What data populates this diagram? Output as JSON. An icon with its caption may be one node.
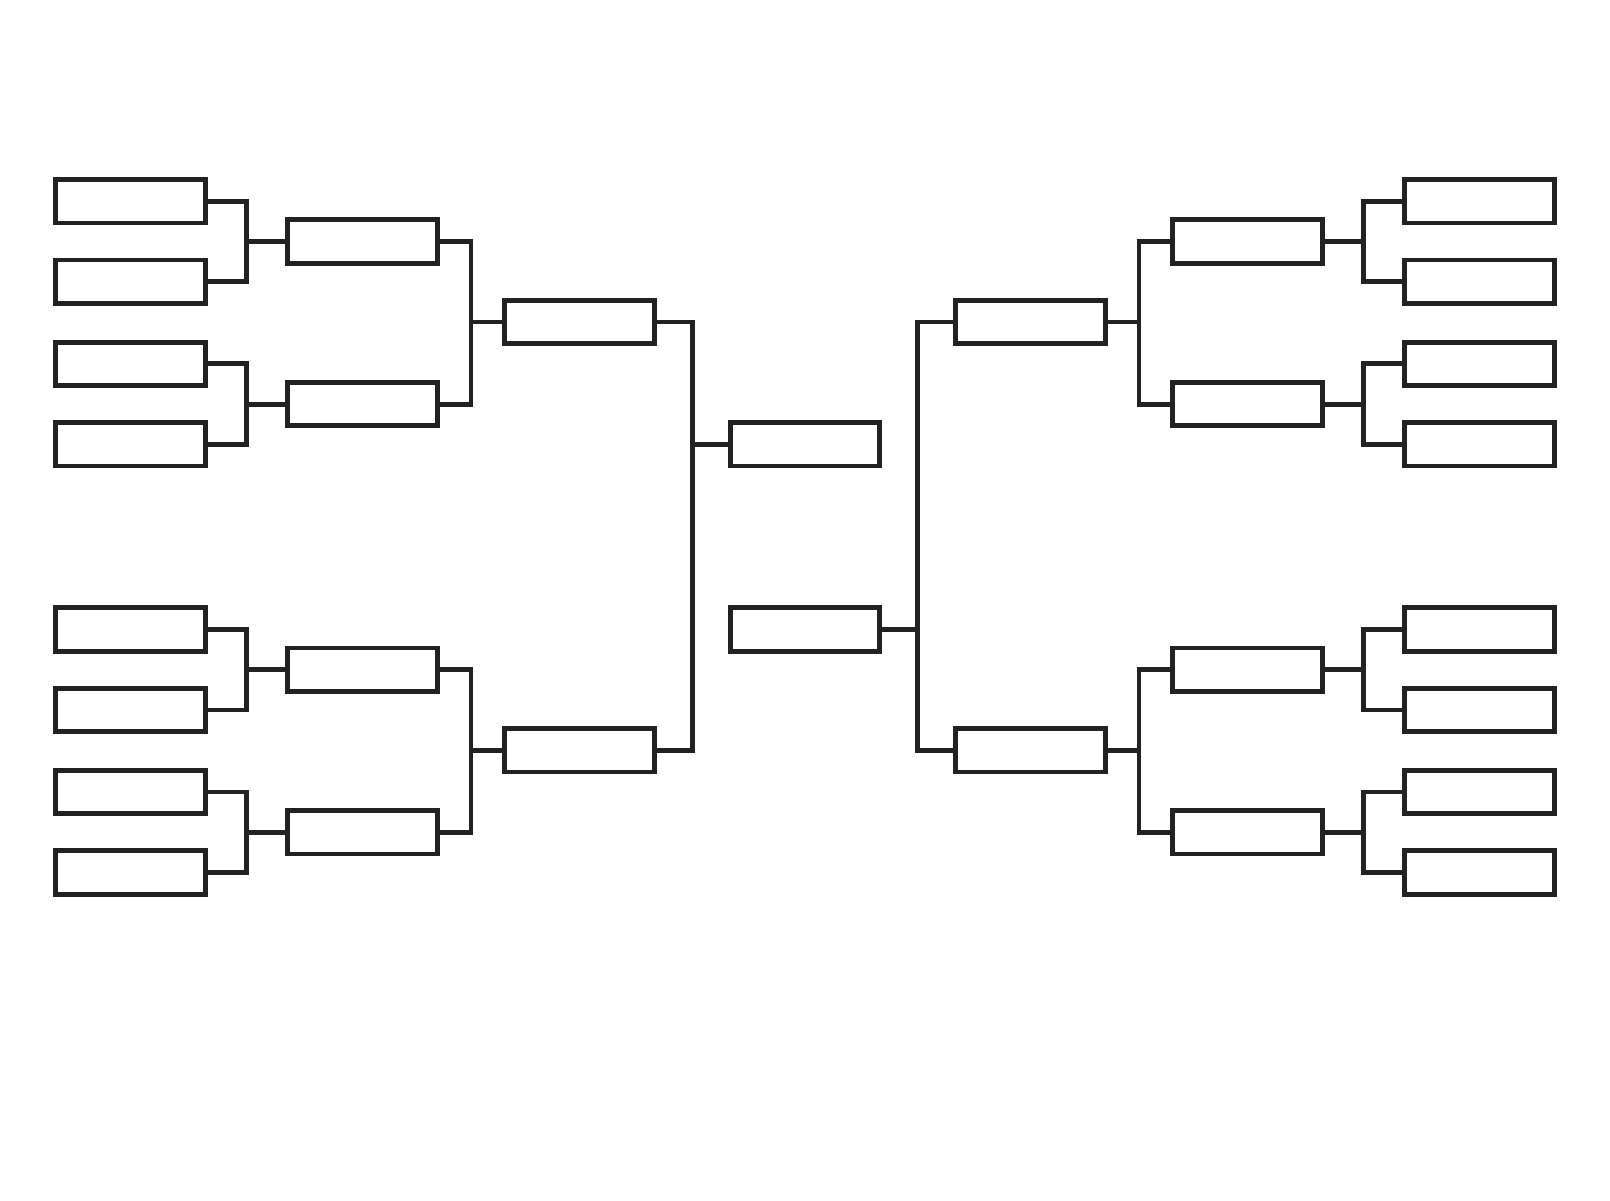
{
  "diagram": {
    "nodes": [
      {
        "text": [],
        "shape": "box"
      },
      {
        "text": [],
        "shape": "box"
      },
      {
        "text": [],
        "shape": "box"
      },
      {
        "text": [],
        "shape": "box"
      },
      {
        "text": [],
        "shape": "box"
      },
      {
        "text": [],
        "shape": "box"
      },
      {
        "text": [],
        "shape": "box"
      },
      {
        "text": [],
        "shape": "box"
      },
      {
        "text": [],
        "shape": "box"
      },
      {
        "text": [],
        "shape": "box"
      },
      {
        "text": [],
        "shape": "box"
      },
      {
        "text": [],
        "shape": "box"
      },
      {
        "text": [],
        "shape": "box"
      },
      {
        "text": [],
        "shape": "box"
      },
      {
        "text": [],
        "shape": "box"
      },
      {
        "text": [],
        "shape": "box"
      },
      {
        "text": [],
        "shape": "box"
      },
      {
        "text": [],
        "shape": "box"
      },
      {
        "text": [],
        "shape": "box"
      },
      {
        "text": [],
        "shape": "box"
      },
      {
        "text": [],
        "shape": "box"
      },
      {
        "text": [],
        "shape": "box"
      },
      {
        "text": [],
        "shape": "box"
      },
      {
        "text": [],
        "shape": "box"
      },
      {
        "text": [],
        "shape": "box"
      },
      {
        "text": [],
        "shape": "box"
      },
      {
        "text": [],
        "shape": "box"
      },
      {
        "text": [],
        "shape": "box"
      },
      {
        "text": [],
        "shape": "box"
      },
      {
        "text": [],
        "shape": "box"
      }
    ],
    "edges": [
      {
        "from": 0,
        "to": 8,
        "arrow": "none"
      },
      {
        "from": 1,
        "to": 8,
        "arrow": "none"
      },
      {
        "from": 2,
        "to": 9,
        "arrow": "none"
      },
      {
        "from": 3,
        "to": 9,
        "arrow": "none"
      },
      {
        "from": 4,
        "to": 10,
        "arrow": "none"
      },
      {
        "from": 5,
        "to": 10,
        "arrow": "none"
      },
      {
        "from": 6,
        "to": 11,
        "arrow": "none"
      },
      {
        "from": 7,
        "to": 11,
        "arrow": "none"
      },
      {
        "from": 8,
        "to": 12,
        "arrow": "none"
      },
      {
        "from": 9,
        "to": 12,
        "arrow": "none"
      },
      {
        "from": 10,
        "to": 13,
        "arrow": "none"
      },
      {
        "from": 11,
        "to": 13,
        "arrow": "none"
      },
      {
        "from": 12,
        "to": 14,
        "arrow": "none"
      },
      {
        "from": 13,
        "to": 14,
        "arrow": "none"
      },
      {
        "from": 16,
        "to": 15,
        "arrow": "none"
      },
      {
        "from": 17,
        "to": 15,
        "arrow": "none"
      },
      {
        "from": 18,
        "to": 16,
        "arrow": "none"
      },
      {
        "from": 19,
        "to": 16,
        "arrow": "none"
      },
      {
        "from": 20,
        "to": 17,
        "arrow": "none"
      },
      {
        "from": 21,
        "to": 17,
        "arrow": "none"
      },
      {
        "from": 22,
        "to": 18,
        "arrow": "none"
      },
      {
        "from": 23,
        "to": 18,
        "arrow": "none"
      },
      {
        "from": 24,
        "to": 19,
        "arrow": "none"
      },
      {
        "from": 25,
        "to": 19,
        "arrow": "none"
      },
      {
        "from": 26,
        "to": 20,
        "arrow": "none"
      },
      {
        "from": 27,
        "to": 20,
        "arrow": "none"
      },
      {
        "from": 28,
        "to": 21,
        "arrow": "none"
      },
      {
        "from": 29,
        "to": 21,
        "arrow": "none"
      }
    ]
  }
}
